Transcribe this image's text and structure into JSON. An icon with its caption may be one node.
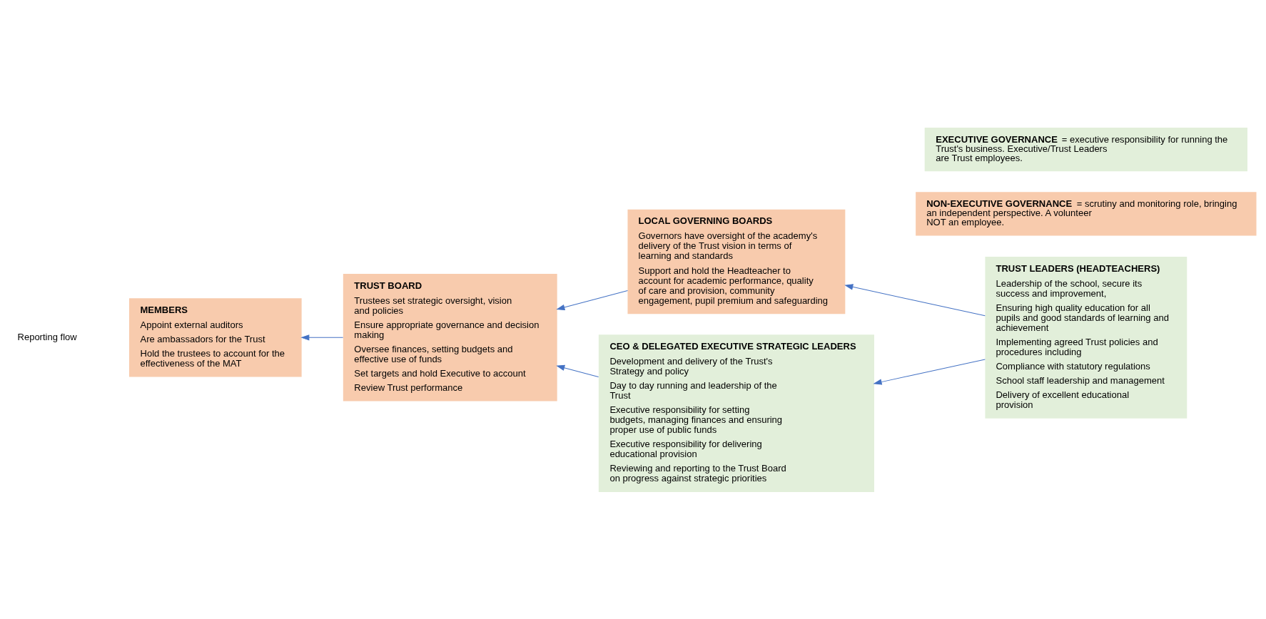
{
  "diagram": {
    "nodes": [
      {
        "text": [
          "MEMBERS",
          "Appoint external auditors",
          "Are ambassadors for the Trust",
          "Hold the trustees to account for the effectiveness of the MAT"
        ]
      },
      {
        "text": [
          "LOCAL GOVERNING BOARDS",
          "Governors have oversight of the academy's delivery of the Trust vision in terms of learning and standards",
          "Support and hold the Headteacher to account for academic performance, quality of care and provision, community engagement, pupil premium and safeguarding"
        ]
      },
      {
        "text": [
          "TRUST LEADERS (HEADTEACHERS)",
          "Leadership of the school, secure its success and improvement,",
          "Ensuring high quality education for all pupils and good standards of learning and achievement",
          "Implementing agreed Trust policies and procedures including",
          "Compliance with statutory regulations",
          "School staff leadership and management",
          "Delivery of excellent educational provision"
        ]
      },
      {
        "text": [
          "TRUST BOARD",
          "Trustees set strategic oversight, vision and policies",
          "Ensure appropriate governance and decision making",
          "Oversee finances, setting budgets and effective use of funds",
          "Set targets and hold Executive to account",
          "Review Trust performance"
        ]
      },
      {
        "text": [
          "CEO & DELEGATED EXECUTIVE STRATEGIC LEADERS",
          "Development and delivery of the Trust's Strategy and policy",
          "Day to day running and leadership of the Trust",
          "Executive responsibility for setting budgets, managing finances and ensuring proper use of public funds",
          "Executive responsibility for delivering educational provision",
          "Reviewing and reporting to the Trust Board on progress against strategic priorities"
        ]
      },
      {
        "text": [
          "EXECUTIVE GOVERNANCE",
          "= executive responsibility for running the Trust's business. Executive/Trust Leaders are Trust employees."
        ]
      },
      {
        "text": [
          "NON-EXECUTIVE GOVERNANCE",
          "= scrutiny and monitoring role, bringing an independent perspective. A volunteer NOT an employee."
        ]
      }
    ],
    "edges": [
      {
        "from": 3,
        "to": 0,
        "arrow": "to"
      },
      {
        "from": 2,
        "to": 1,
        "arrow": "to"
      },
      {
        "from": 2,
        "to": 4,
        "arrow": "to"
      },
      {
        "from": 1,
        "to": 3,
        "arrow": "to"
      },
      {
        "from": 4,
        "to": 3,
        "arrow": "to"
      }
    ],
    "legend": [
      {
        "text": "Reporting flow"
      }
    ]
  }
}
